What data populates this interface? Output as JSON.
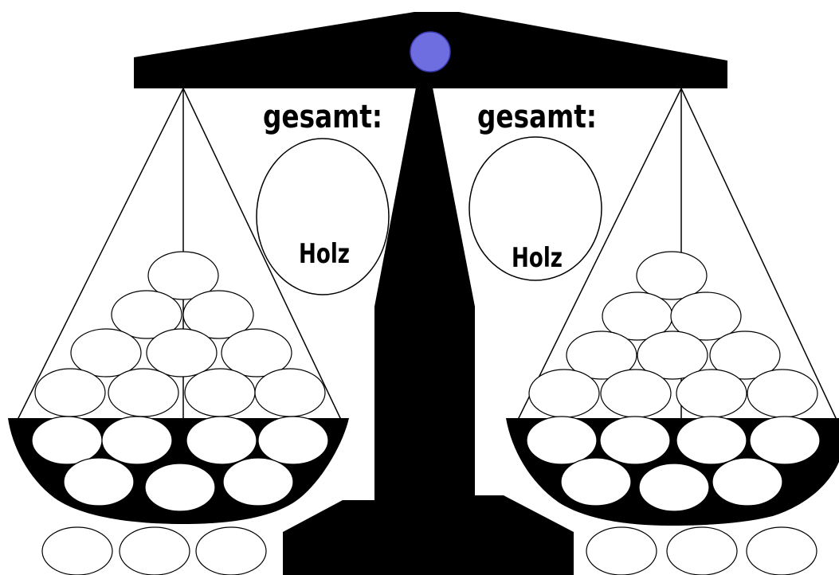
{
  "colors": {
    "ink": "#000000",
    "paper": "#ffffff",
    "pivot": "#6e6ee0"
  },
  "left_pan": {
    "total_label": "gesamt:",
    "material_label": "Holz"
  },
  "right_pan": {
    "total_label": "gesamt:",
    "material_label": "Holz"
  }
}
